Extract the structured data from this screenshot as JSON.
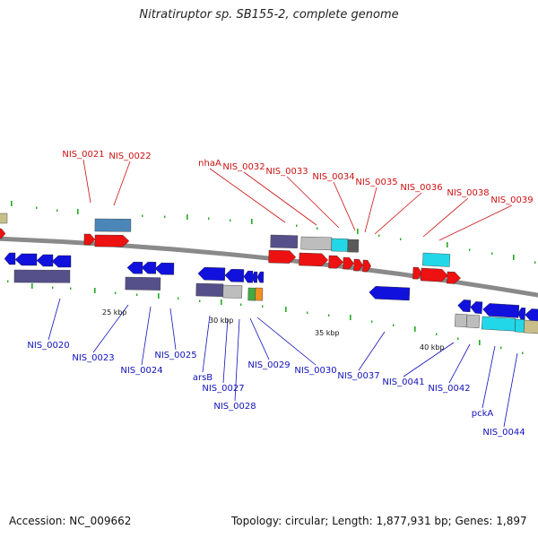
{
  "title": "Nitratiruptor sp. SB155-2, complete genome",
  "footer": {
    "accession": "Accession: NC_009662",
    "topology": "Topology: circular; Length: 1,877,931 bp; Genes: 1,897"
  },
  "scale_labels": [
    "25 kbp",
    "30 kbp",
    "35 kbp",
    "40 kbp"
  ],
  "forward_labels": [
    "NIS_0021",
    "NIS_0022",
    "nhaA",
    "NIS_0032",
    "NIS_0033",
    "NIS_0034",
    "NIS_0035",
    "NIS_0036",
    "NIS_0038",
    "NIS_0039"
  ],
  "reverse_labels": [
    "NIS_0020",
    "NIS_0023",
    "NIS_0024",
    "NIS_0025",
    "arsB",
    "NIS_0027",
    "NIS_0028",
    "NIS_0029",
    "NIS_0030",
    "NIS_0037",
    "NIS_0041",
    "NIS_0042",
    "pckA",
    "NIS_0044"
  ],
  "colors": {
    "backbone": "#8a8a8a",
    "cds_forward": "#ee1111",
    "cds_reverse": "#1111dd",
    "label_forward": "#cc1111",
    "label_reverse": "#1111bb",
    "cog_purple": "#55508a",
    "cog_blue": "#4a86b8",
    "cog_grey": "#bdbdbd",
    "cog_cyan": "#22d8e8",
    "cog_dark": "#5a5a5a",
    "cog_olive": "#c8be8a",
    "cog_green": "#44aa44",
    "cog_orange": "#f09020",
    "gc_tick": "#22aa22"
  }
}
